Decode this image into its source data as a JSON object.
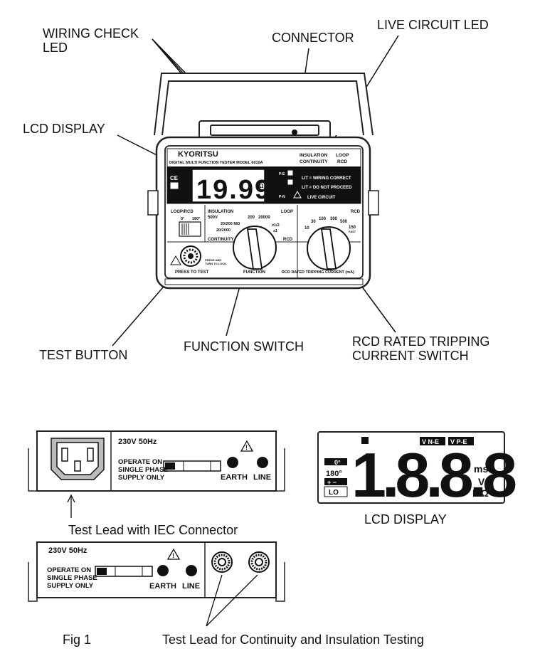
{
  "callouts": {
    "wiring_check_led": [
      "WIRING CHECK",
      "LED"
    ],
    "connector": "CONNECTOR",
    "live_circuit_led": "LIVE CIRCUIT LED",
    "lcd_display": "LCD DISPLAY",
    "test_button": "TEST BUTTON",
    "function_switch": "FUNCTION SWITCH",
    "rcd_switch": [
      "RCD RATED TRIPPING",
      "CURRENT SWITCH"
    ]
  },
  "tester": {
    "brand": "KYORITSU",
    "model": "DIGITAL MULTI FUNCTION TESTER MODEL 6010A",
    "lcd_reading": "19.99",
    "lcd_unit": "Ω",
    "mode_table": [
      "INSULATION",
      "LOOP",
      "CONTINUITY",
      "RCD"
    ],
    "led_labels": [
      "LIT = WIRING CORRECT",
      "LIT = DO NOT PROCEED",
      "LIVE CIRCUIT"
    ],
    "led_markers": [
      "P-E",
      "P-N"
    ],
    "loop_rcd_switch": {
      "title": "LOOP/RCD",
      "left": "0°",
      "right": "180°"
    },
    "function_panel": {
      "insulation": "INSULATION",
      "voltage": "500V",
      "range1": "20/200 MΩ",
      "range2": "20/2000",
      "continuity": "CONTINUITY",
      "loop_values": [
        "200",
        "20000"
      ],
      "loop_label": "LOOP",
      "rcd_label": "RCD",
      "multipliers": [
        "x1/2",
        "x1"
      ],
      "caption": "FUNCTION"
    },
    "rcd_panel": {
      "label": "RCD",
      "values": [
        "10",
        "30",
        "100",
        "300",
        "500",
        "150"
      ],
      "fast": "FAST",
      "caption": "RCD RATED TRIPPING CURRENT (mA)"
    },
    "test_button_panel": {
      "hint": [
        "PRESS AND",
        "TURN TO LOCK"
      ],
      "caption": "PRESS TO TEST"
    }
  },
  "connector_panel": {
    "rating": "230V 50Hz",
    "operate": [
      "OPERATE ON",
      "SINGLE PHASE",
      "SUPPLY ONLY"
    ],
    "earth": "EARTH",
    "line": "LINE",
    "caption": "Test Lead with IEC Connector"
  },
  "lcd_detail": {
    "digits": "1.8.8.8",
    "badges": [
      "V N-E",
      "V P-E"
    ],
    "indicators": [
      "0°",
      "180°",
      "+ −",
      "LO"
    ],
    "units": [
      "ms",
      "V",
      "MΩ"
    ],
    "caption": "LCD DISPLAY"
  },
  "terminal_panel": {
    "rating": "230V 50Hz",
    "operate": [
      "OPERATE ON",
      "SINGLE PHASE",
      "SUPPLY ONLY"
    ],
    "earth": "EARTH",
    "line": "LINE",
    "caption": "Test Lead for Continuity and Insulation Testing"
  },
  "figure_label": "Fig 1"
}
